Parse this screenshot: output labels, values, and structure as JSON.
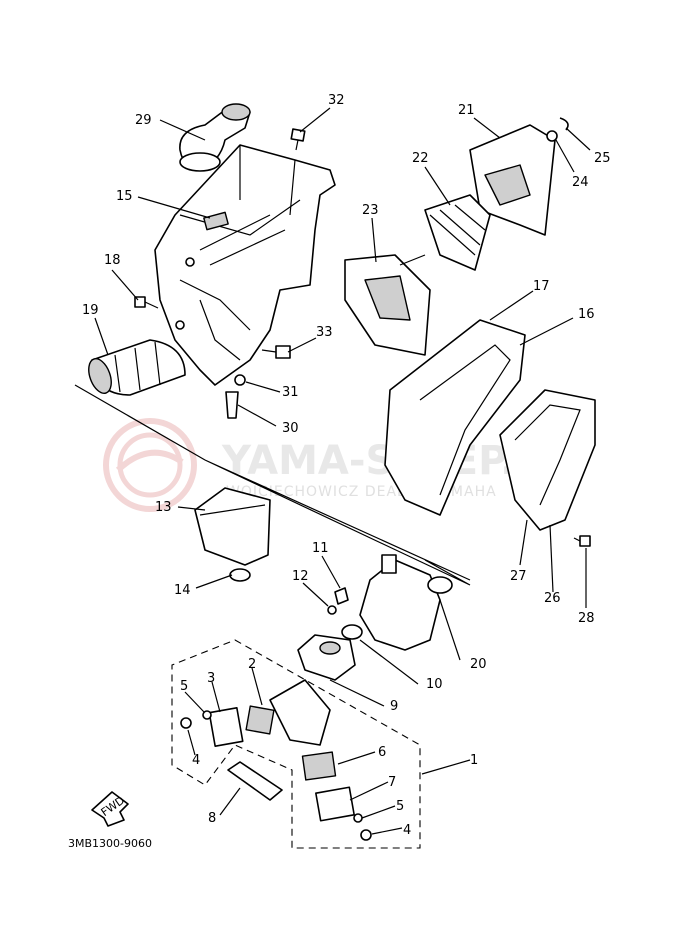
{
  "diagram": {
    "drawing_code": "3MB1300-9060",
    "fwd_label": "FWD",
    "watermark": {
      "title": "YAMA-SKLEP.PL",
      "subtitle": "WOJCIECHOWICZ DEALER YAMAHA"
    },
    "callouts": [
      {
        "id": "c1",
        "label": "1"
      },
      {
        "id": "c2",
        "label": "2"
      },
      {
        "id": "c3",
        "label": "3"
      },
      {
        "id": "c4a",
        "label": "4"
      },
      {
        "id": "c4b",
        "label": "4"
      },
      {
        "id": "c5a",
        "label": "5"
      },
      {
        "id": "c5b",
        "label": "5"
      },
      {
        "id": "c6",
        "label": "6"
      },
      {
        "id": "c7",
        "label": "7"
      },
      {
        "id": "c8",
        "label": "8"
      },
      {
        "id": "c9",
        "label": "9"
      },
      {
        "id": "c10",
        "label": "10"
      },
      {
        "id": "c11",
        "label": "11"
      },
      {
        "id": "c12",
        "label": "12"
      },
      {
        "id": "c13",
        "label": "13"
      },
      {
        "id": "c14",
        "label": "14"
      },
      {
        "id": "c15",
        "label": "15"
      },
      {
        "id": "c16",
        "label": "16"
      },
      {
        "id": "c17",
        "label": "17"
      },
      {
        "id": "c18",
        "label": "18"
      },
      {
        "id": "c19",
        "label": "19"
      },
      {
        "id": "c20",
        "label": "20"
      },
      {
        "id": "c21",
        "label": "21"
      },
      {
        "id": "c22",
        "label": "22"
      },
      {
        "id": "c23",
        "label": "23"
      },
      {
        "id": "c24",
        "label": "24"
      },
      {
        "id": "c25",
        "label": "25"
      },
      {
        "id": "c26",
        "label": "26"
      },
      {
        "id": "c27",
        "label": "27"
      },
      {
        "id": "c28",
        "label": "28"
      },
      {
        "id": "c29",
        "label": "29"
      },
      {
        "id": "c30",
        "label": "30"
      },
      {
        "id": "c31",
        "label": "31"
      },
      {
        "id": "c32",
        "label": "32"
      },
      {
        "id": "c33",
        "label": "33"
      }
    ]
  }
}
